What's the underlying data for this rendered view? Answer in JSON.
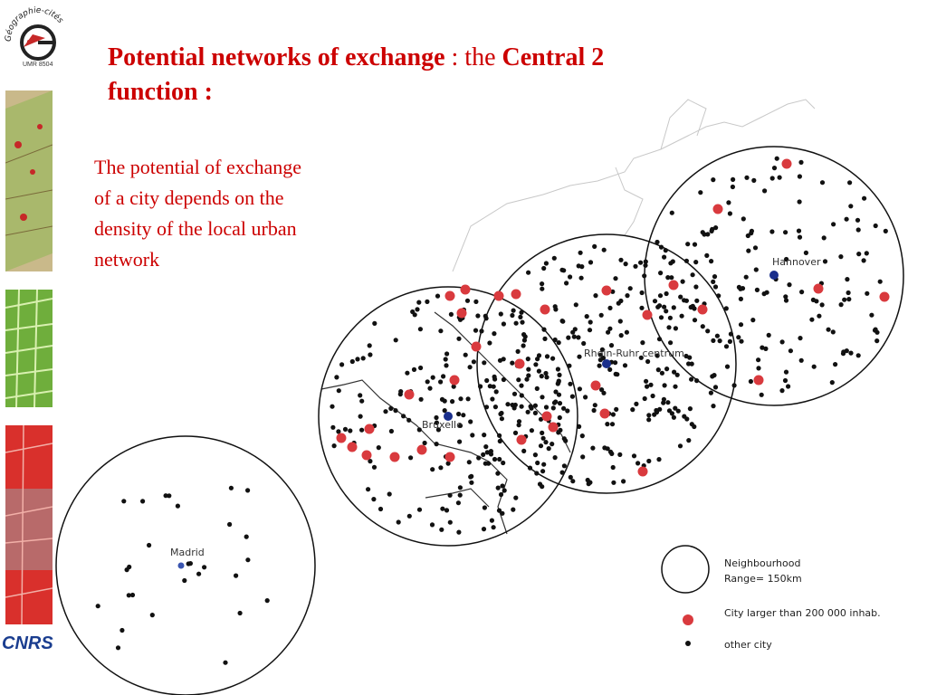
{
  "logo": {
    "arc_text": "Géographie-cités",
    "subtext": "UMR 8504",
    "letter": "G"
  },
  "cnrs_logo": "CNRS",
  "title": {
    "part1": "Potential networks of exchange",
    "sep": " : the ",
    "part2": "Central 2",
    "part3": "function :"
  },
  "body_text": "The potential of exchange of a city depends on the density of the local urban network",
  "map": {
    "city_labels": {
      "hannover": "Hannover",
      "rhein": "Rhein-Ruhr centrum",
      "bruxelle": "Bruxelle",
      "madrid": "Madrid"
    }
  },
  "legend": {
    "neighbourhood": "Neighbourhood",
    "range": "Range= 150km",
    "large_city": "City larger than 200 000 inhab.",
    "other_city": "other city"
  },
  "colors": {
    "title": "#cc0000",
    "large_city": "#d93a3e",
    "center_city": "#1a2f8c",
    "other_city": "#111111"
  }
}
